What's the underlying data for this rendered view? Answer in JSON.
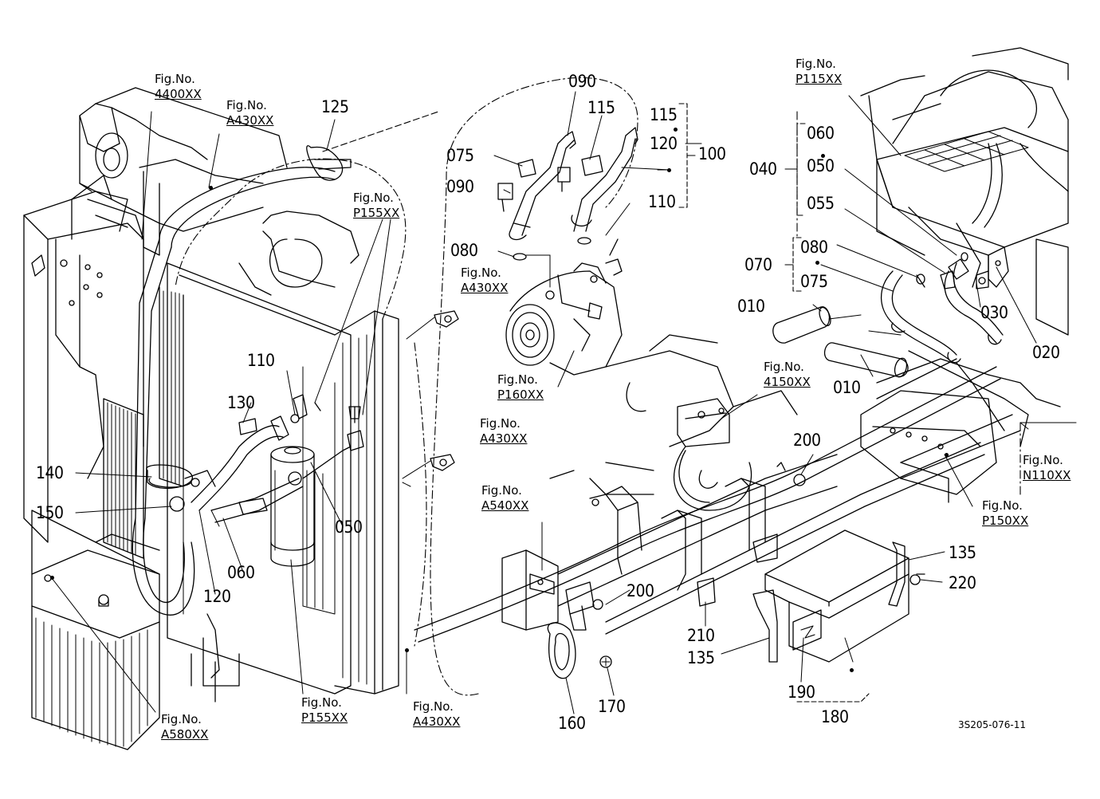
{
  "diagram": {
    "parts": [
      {
        "id": "p125",
        "text": "125"
      },
      {
        "id": "p090a",
        "text": "090"
      },
      {
        "id": "p115a",
        "text": "115"
      },
      {
        "id": "p115b",
        "text": "115"
      },
      {
        "id": "p120a",
        "text": "120"
      },
      {
        "id": "p100",
        "text": "100"
      },
      {
        "id": "p075a",
        "text": "075"
      },
      {
        "id": "p090b",
        "text": "090"
      },
      {
        "id": "p110a",
        "text": "110"
      },
      {
        "id": "p080a",
        "text": "080"
      },
      {
        "id": "p110b",
        "text": "110"
      },
      {
        "id": "p130",
        "text": "130"
      },
      {
        "id": "p140",
        "text": "140"
      },
      {
        "id": "p150",
        "text": "150"
      },
      {
        "id": "p050a",
        "text": "050"
      },
      {
        "id": "p060a",
        "text": "060"
      },
      {
        "id": "p120b",
        "text": "120"
      },
      {
        "id": "p040",
        "text": "040"
      },
      {
        "id": "p060b",
        "text": "060"
      },
      {
        "id": "p050b",
        "text": "050"
      },
      {
        "id": "p055",
        "text": "055"
      },
      {
        "id": "p070",
        "text": "070"
      },
      {
        "id": "p080b",
        "text": "080"
      },
      {
        "id": "p075b",
        "text": "075"
      },
      {
        "id": "p010a",
        "text": "010"
      },
      {
        "id": "p010b",
        "text": "010"
      },
      {
        "id": "p030",
        "text": "030"
      },
      {
        "id": "p020",
        "text": "020"
      },
      {
        "id": "p200a",
        "text": "200"
      },
      {
        "id": "p200b",
        "text": "200"
      },
      {
        "id": "p135a",
        "text": "135"
      },
      {
        "id": "p220",
        "text": "220"
      },
      {
        "id": "p210",
        "text": "210"
      },
      {
        "id": "p135b",
        "text": "135"
      },
      {
        "id": "p190",
        "text": "190"
      },
      {
        "id": "p180",
        "text": "180"
      },
      {
        "id": "p160",
        "text": "160"
      },
      {
        "id": "p170",
        "text": "170"
      }
    ],
    "figure_refs": [
      {
        "id": "f4400",
        "prefix": "Fig.No.",
        "code": "4400XX"
      },
      {
        "id": "fA430a",
        "prefix": "Fig.No.",
        "code": "A430XX"
      },
      {
        "id": "fP155a",
        "prefix": "Fig.No.",
        "code": "P155XX"
      },
      {
        "id": "fA430b",
        "prefix": "Fig.No.",
        "code": "A430XX"
      },
      {
        "id": "fP160",
        "prefix": "Fig.No.",
        "code": "P160XX"
      },
      {
        "id": "fA430c",
        "prefix": "Fig.No.",
        "code": "A430XX"
      },
      {
        "id": "fA540",
        "prefix": "Fig.No.",
        "code": "A540XX"
      },
      {
        "id": "fP115",
        "prefix": "Fig.No.",
        "code": "P115XX"
      },
      {
        "id": "f4150",
        "prefix": "Fig.No.",
        "code": "4150XX"
      },
      {
        "id": "fN110",
        "prefix": "Fig.No.",
        "code": "N110XX"
      },
      {
        "id": "fP150",
        "prefix": "Fig.No.",
        "code": "P150XX"
      },
      {
        "id": "fA580",
        "prefix": "Fig.No.",
        "code": "A580XX"
      },
      {
        "id": "fP155b",
        "prefix": "Fig.No.",
        "code": "P155XX"
      },
      {
        "id": "fA430d",
        "prefix": "Fig.No.",
        "code": "A430XX"
      }
    ],
    "drawing_ref": "3S205-076-11"
  }
}
